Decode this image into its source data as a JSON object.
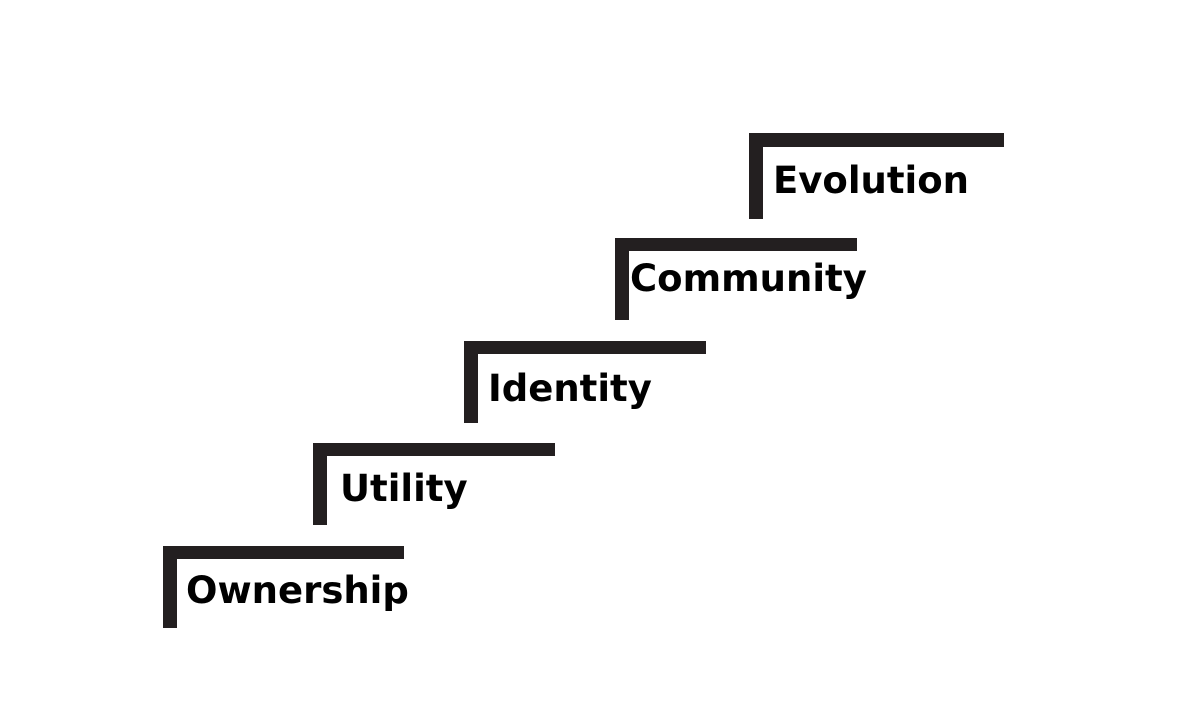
{
  "diagram": {
    "steps": [
      {
        "label": "Ownership"
      },
      {
        "label": "Utility"
      },
      {
        "label": "Identity"
      },
      {
        "label": "Community"
      },
      {
        "label": "Evolution"
      }
    ],
    "colors": {
      "bar": "#231f20",
      "text": "#000000",
      "background": "#ffffff"
    }
  }
}
